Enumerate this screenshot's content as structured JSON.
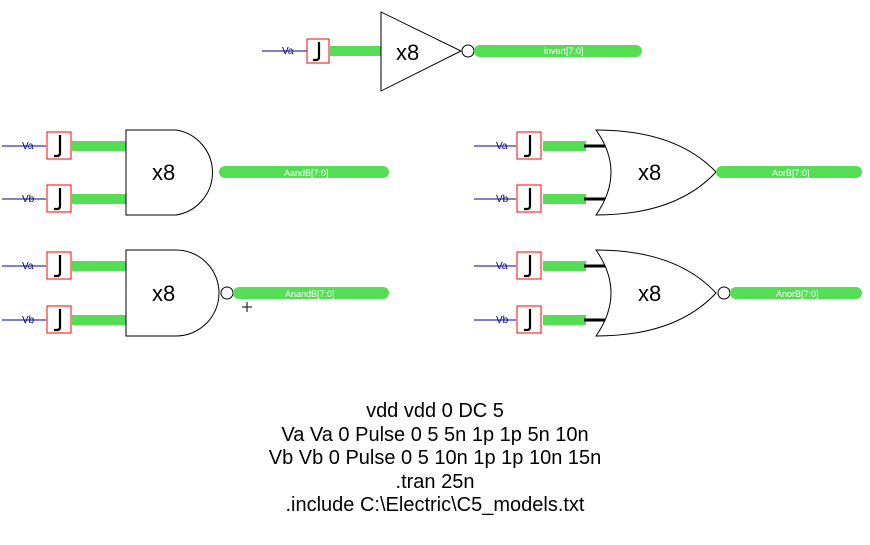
{
  "gates": {
    "inverter": {
      "label": "x8",
      "input": "Va",
      "output": "invert[7:0]"
    },
    "and": {
      "label": "x8",
      "input_a": "Va",
      "input_b": "Vb",
      "output": "AandB[7:0]"
    },
    "or": {
      "label": "x8",
      "input_a": "Va",
      "input_b": "Vb",
      "output": "AorB[7:0]"
    },
    "nand": {
      "label": "x8",
      "input_a": "Va",
      "input_b": "Vb",
      "output": "AnandB[7:0]"
    },
    "nor": {
      "label": "x8",
      "input_a": "Va",
      "input_b": "Vb",
      "output": "AnorB[7:0]"
    }
  },
  "spice_lines": [
    "vdd vdd 0 DC 5",
    "Va Va 0 Pulse 0 5 5n 1p 1p 5n 10n",
    "Vb Vb 0 Pulse 0 5 10n 1p 1p 10n 15n",
    ".tran 25n",
    ".include C:\\Electric\\C5_models.txt"
  ],
  "colors": {
    "bus": "#55dd55",
    "wire": "#0000a0",
    "pin_box": "#ff0000",
    "gate_stroke": "#000000"
  }
}
